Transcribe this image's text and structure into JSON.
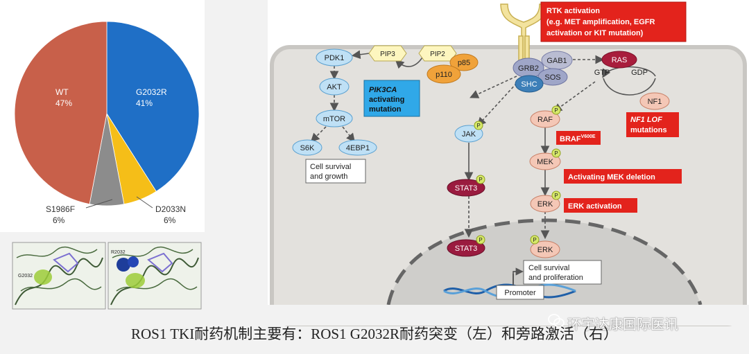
{
  "pie_chart": {
    "chart_data": {
      "type": "pie",
      "slices": [
        {
          "label": "G2032R",
          "percent": "41%",
          "value": 41,
          "color": "#1f6fc6"
        },
        {
          "label": "D2033N",
          "percent": "6%",
          "value": 6,
          "color": "#f5be18"
        },
        {
          "label": "S1986F",
          "percent": "6%",
          "value": 6,
          "color": "#8c8c8c"
        },
        {
          "label": "WT",
          "percent": "47%",
          "value": 47,
          "color": "#c8604a"
        }
      ]
    }
  },
  "structures": {
    "left_label": "G2032",
    "right_label": "R2032"
  },
  "pathway": {
    "rtk_box": {
      "line1": "RTK activation",
      "line2": "(e.g. MET amplification, EGFR",
      "line3": "activation or KIT mutation)"
    },
    "nodes": {
      "pdk1": "PDK1",
      "pip3": "PIP3",
      "pip2": "PIP2",
      "p85": "p85",
      "p110": "p110",
      "grb2": "GRB2",
      "gab1": "GAB1",
      "shc": "SHC",
      "sos": "SOS",
      "ras": "RAS",
      "gtp": "GTP",
      "gdp": "GDP",
      "nf1": "NF1",
      "akt": "AKT",
      "mtor": "mTOR",
      "s6k": "S6K",
      "ebp1": "4EBP1",
      "jak": "JAK",
      "stat3": "STAT3",
      "stat3_nuc": "STAT3",
      "raf": "RAF",
      "mek": "MEK",
      "erk": "ERK",
      "erk_nuc": "ERK",
      "p": "P",
      "promoter": "Promoter"
    },
    "boxes": {
      "pik3ca_l1": "PIK3CA",
      "pik3ca_l2": "activating",
      "pik3ca_l3": "mutation",
      "nf1_lof_l1": "NF1 LOF",
      "nf1_lof_l2": "mutations",
      "braf": "BRAF",
      "braf_sup": "V600E",
      "mek_del": "Activating MEK deletion",
      "erk_act": "ERK activation",
      "cell_growth_l1": "Cell survival",
      "cell_growth_l2": "and growth",
      "cell_prolif_l1": "Cell survival",
      "cell_prolif_l2": "and proliferation"
    }
  },
  "caption": "ROS1 TKI耐药机制主要有：ROS1 G2032R耐药突变（左）和旁路激活（右）",
  "watermark": "环宇达康国际医讯"
}
